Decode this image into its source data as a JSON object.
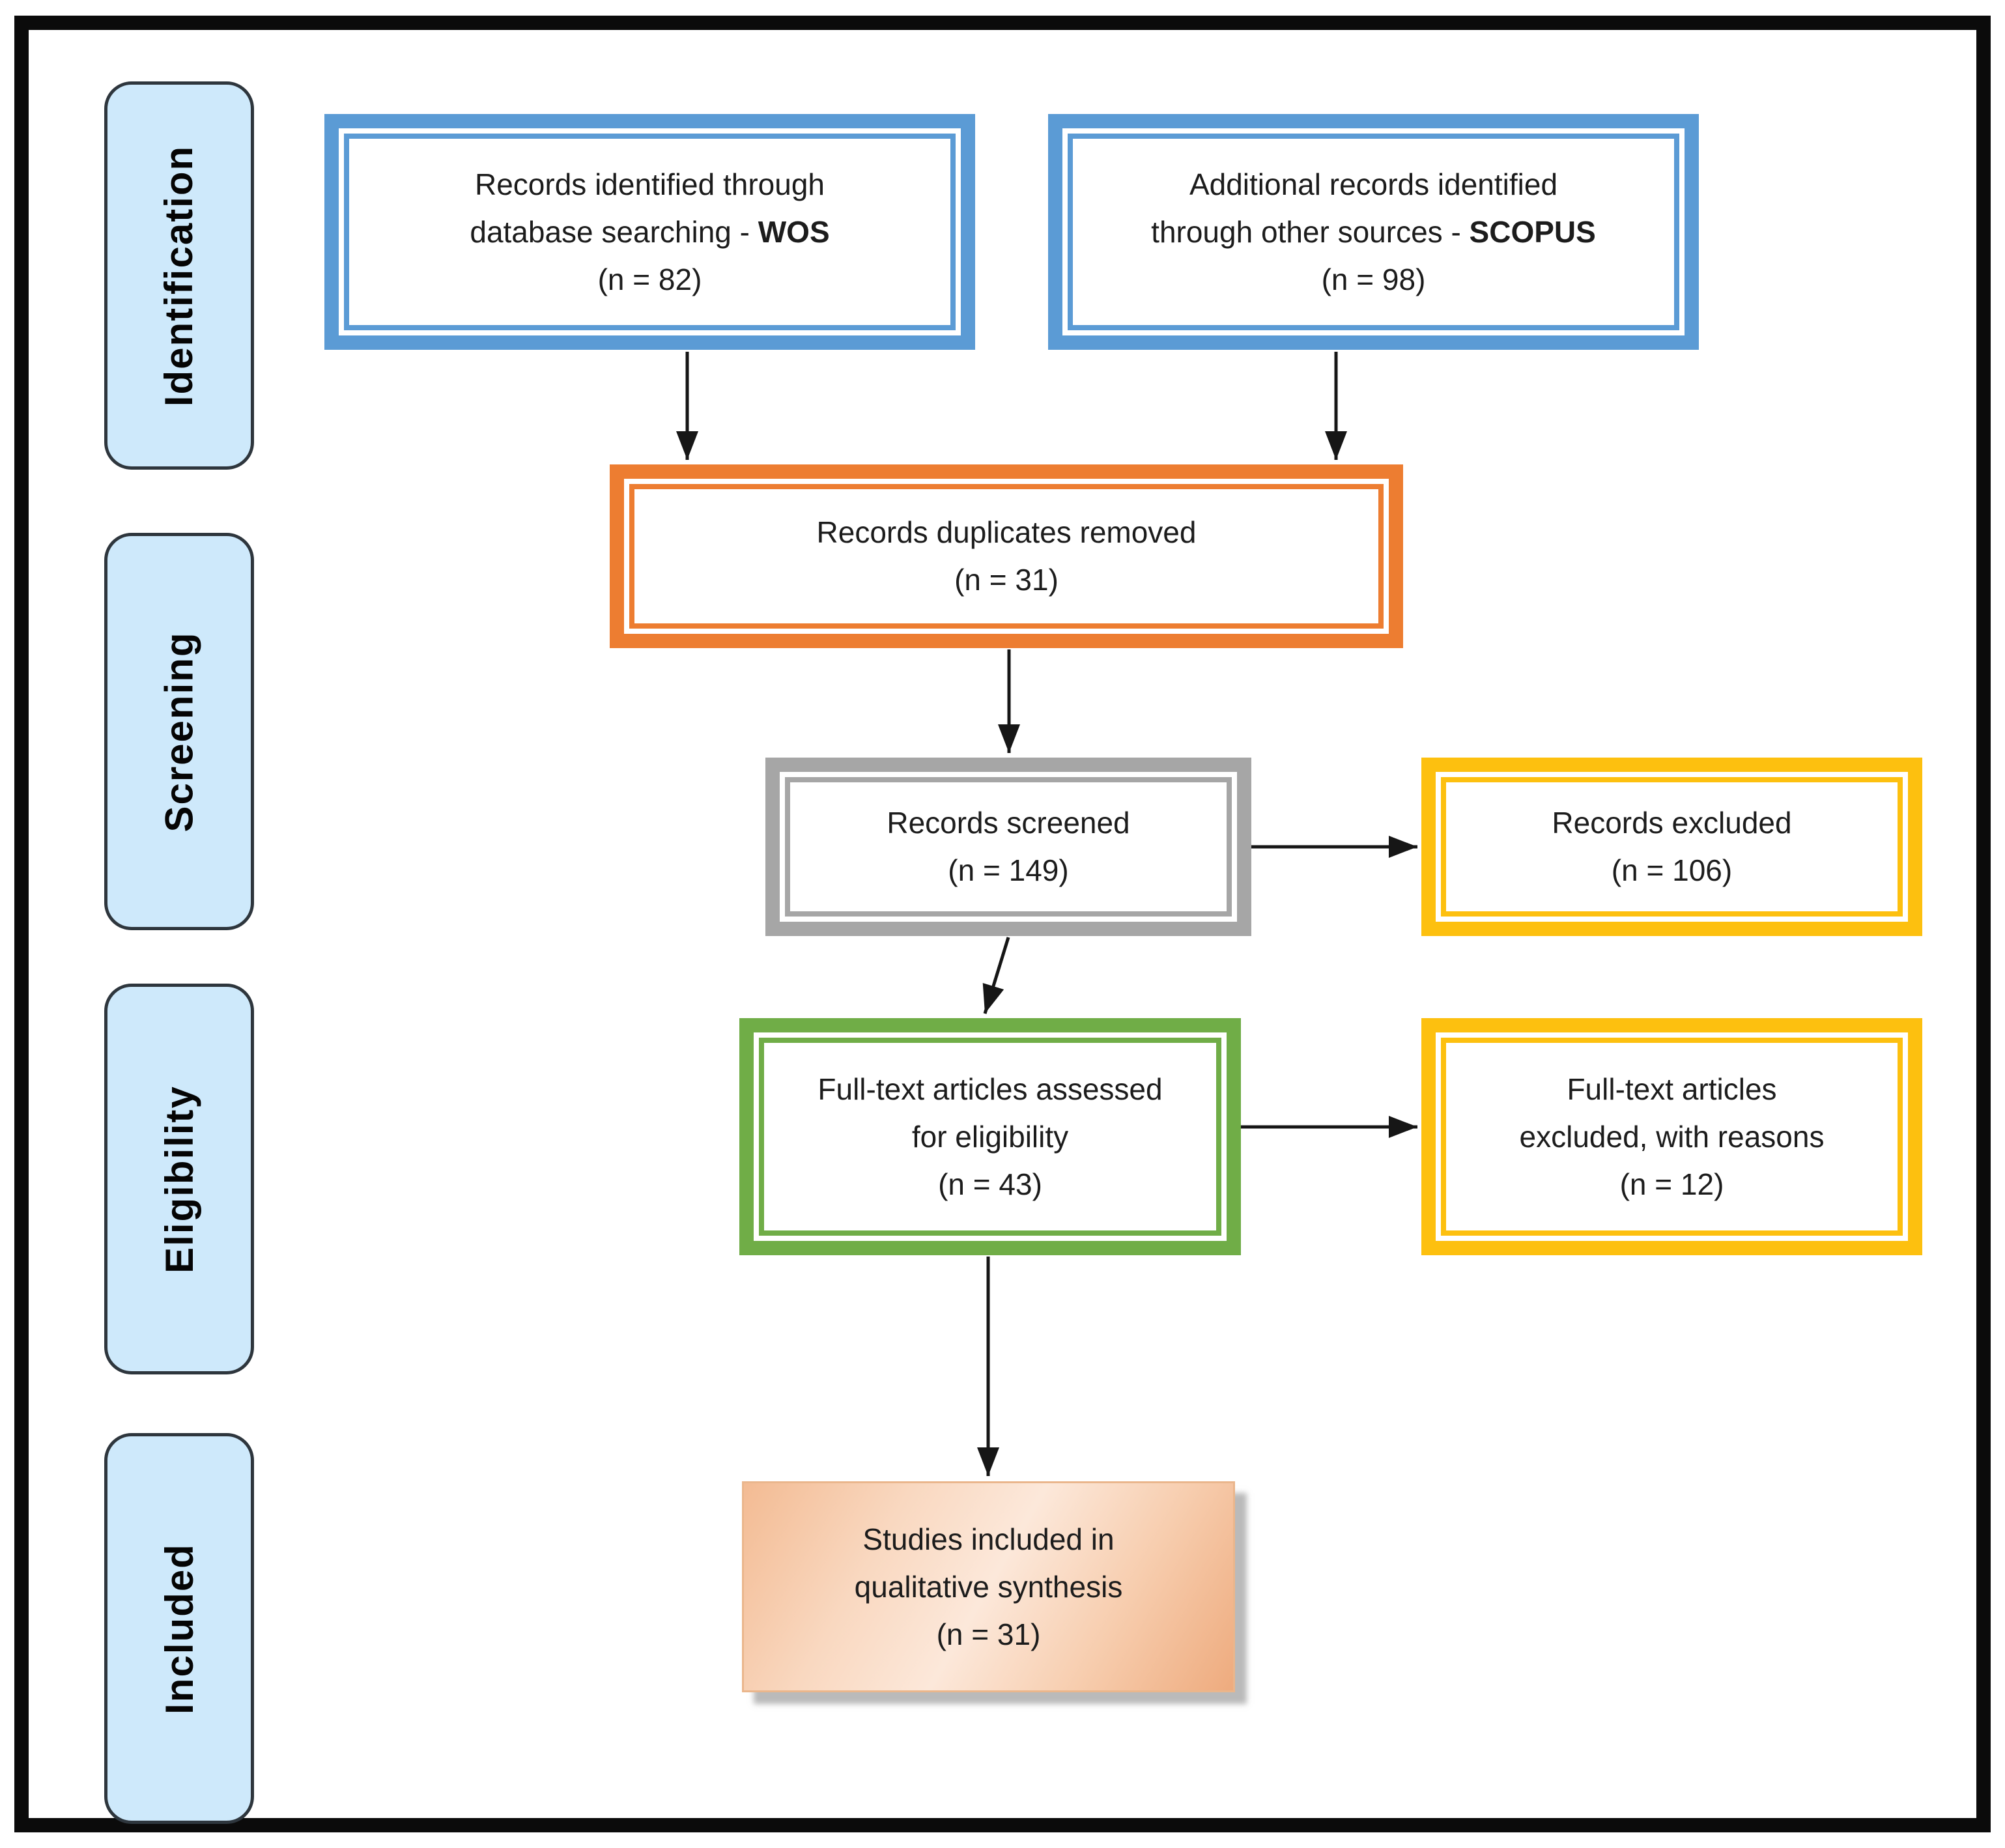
{
  "stages": {
    "identification": "Identification",
    "screening": "Screening",
    "eligibility": "Eligibility",
    "included": "Included"
  },
  "nodes": {
    "wos": {
      "line1": "Records identified through",
      "line2_prefix": "database searching - ",
      "line2_bold": "WOS",
      "count": "(n = 82)"
    },
    "scopus": {
      "line1": "Additional records identified",
      "line2_prefix": "through other sources - ",
      "line2_bold": "SCOPUS",
      "count": "(n = 98)"
    },
    "duplicates": {
      "line1": "Records duplicates removed",
      "count": "(n = 31)"
    },
    "screened": {
      "line1": "Records screened",
      "count": "(n = 149)"
    },
    "excluded": {
      "line1": "Records excluded",
      "count": "(n = 106)"
    },
    "fulltext": {
      "line1": "Full-text articles assessed",
      "line2": "for eligibility",
      "count": "(n = 43)"
    },
    "fulltext_excluded": {
      "line1": "Full-text articles",
      "line2": "excluded, with reasons",
      "count": "(n = 12)"
    },
    "included_studies": {
      "line1": "Studies included in",
      "line2": "qualitative synthesis",
      "count": "(n = 31)"
    }
  },
  "colors": {
    "stage_fill": "#cee9fb",
    "stage_border": "#2e363d",
    "blue": "#5b9bd5",
    "orange": "#ed7d31",
    "gray": "#a6a6a6",
    "gold": "#fdc00f",
    "green": "#70ad47",
    "peach_light": "#fce8da",
    "peach_dark": "#eeab7e",
    "arrow": "#161616",
    "frame": "#0b0b0b"
  }
}
